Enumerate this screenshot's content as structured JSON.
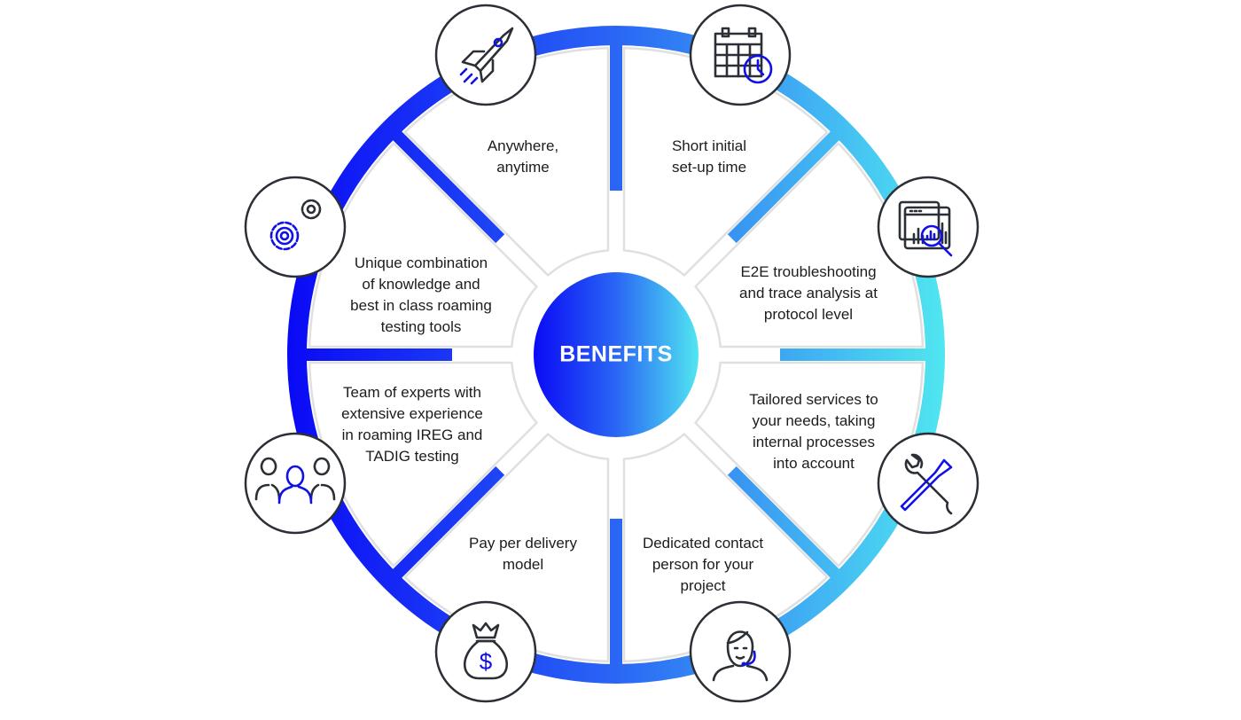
{
  "center": {
    "title": "BENEFITS"
  },
  "colors": {
    "gradient_start": "#0a0af5",
    "gradient_mid": "#2a66f5",
    "gradient_end": "#50e6f0",
    "card_border": "#e0e0e0",
    "icon_stroke": "#2b2f36",
    "icon_accent": "#1010e8"
  },
  "benefits": [
    {
      "line1": "Anywhere,",
      "line2": "anytime",
      "icon": "rocket-icon"
    },
    {
      "line1": "Short initial",
      "line2": "set-up time",
      "icon": "calendar-clock-icon"
    },
    {
      "line1": "E2E troubleshooting",
      "line2": "and trace analysis at",
      "line3": "protocol level",
      "icon": "trace-analysis-icon"
    },
    {
      "line1": "Tailored services to",
      "line2": "your needs, taking",
      "line3": "internal processes",
      "line4": "into account",
      "icon": "tools-icon"
    },
    {
      "line1": "Dedicated contact",
      "line2": "person for your",
      "line3": "project",
      "icon": "support-agent-icon"
    },
    {
      "line1": "Pay per delivery",
      "line2": "model",
      "icon": "money-bag-icon"
    },
    {
      "line1": "Team of experts with",
      "line2": "extensive experience",
      "line3": "in roaming IREG and",
      "line4": "TADIG testing",
      "icon": "team-icon"
    },
    {
      "line1": "Unique combination",
      "line2": "of knowledge and",
      "line3": "best in class roaming",
      "line4": "testing tools",
      "icon": "gears-icon"
    }
  ],
  "money_symbol": "$"
}
